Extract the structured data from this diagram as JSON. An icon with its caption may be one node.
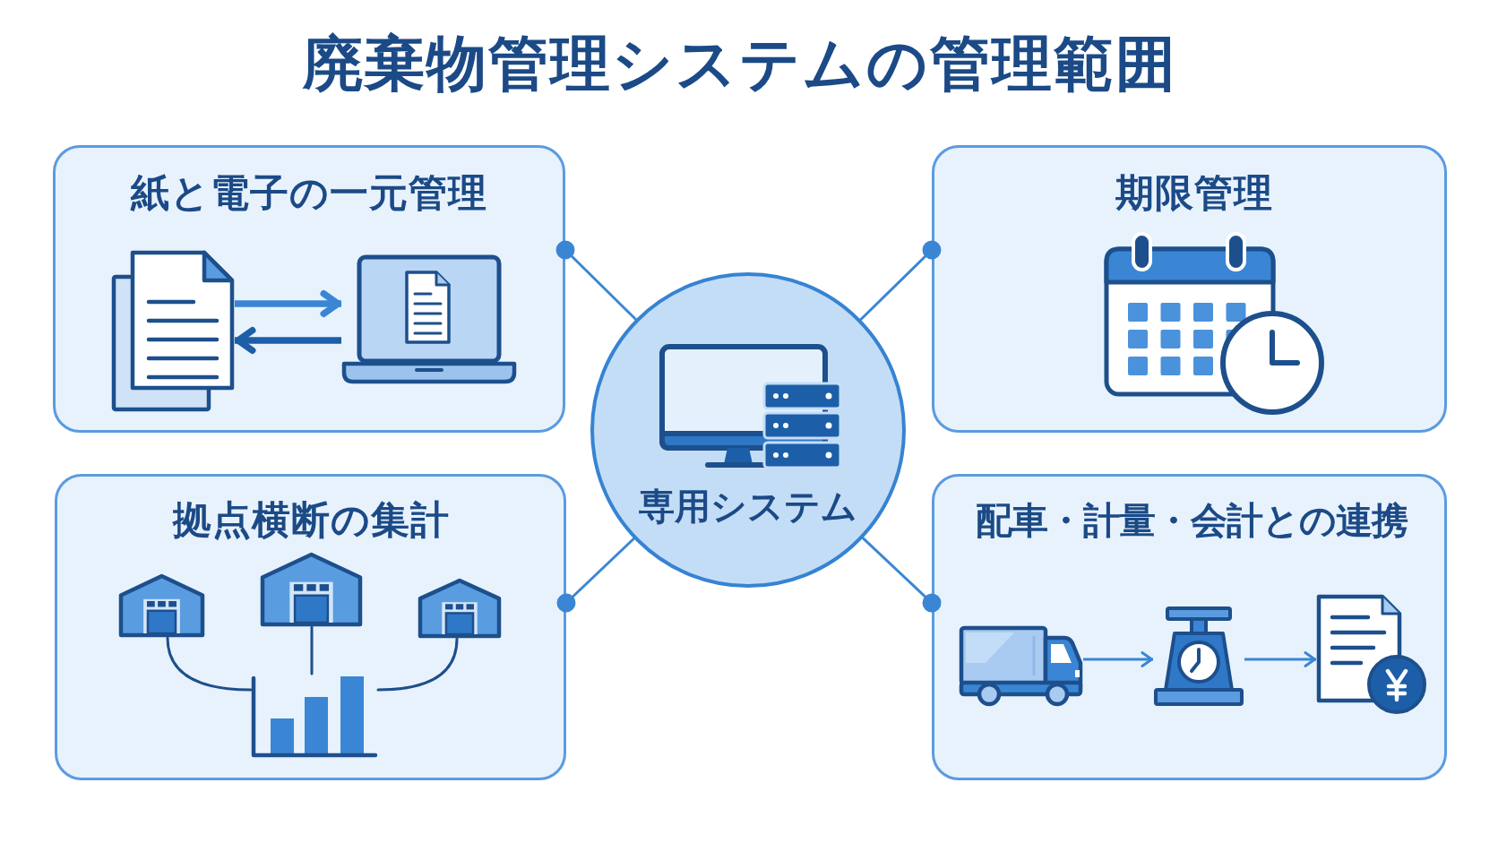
{
  "diagram": {
    "title": "廃棄物管理システムの管理範囲",
    "nodes": [
      {
        "text": [
          "紙と電子の一元管理"
        ]
      },
      {
        "text": [],
        "shape": "picture",
        "in": 0
      },
      {
        "text": [],
        "shape": "picture",
        "in": 0
      },
      {
        "text": [
          "期限管理"
        ]
      },
      {
        "text": [
          "専用システム"
        ]
      },
      {
        "text": [
          "拠点横断の集計"
        ]
      },
      {
        "text": [],
        "shape": "picture",
        "in": 5
      },
      {
        "text": [],
        "shape": "picture",
        "in": 5
      },
      {
        "text": [],
        "shape": "picture",
        "in": 5
      },
      {
        "text": [],
        "shape": "picture",
        "in": 5
      },
      {
        "text": [
          "配車・計量・会計との連携"
        ]
      },
      {
        "text": [],
        "shape": "picture",
        "in": 10
      },
      {
        "text": [],
        "shape": "picture",
        "in": 10
      },
      {
        "text": [],
        "shape": "picture",
        "in": 10
      }
    ],
    "edges": [
      {
        "from": 4,
        "to": 0,
        "arrow": "other"
      },
      {
        "from": 4,
        "to": 3,
        "arrow": "other"
      },
      {
        "from": 4,
        "to": 5,
        "arrow": "other"
      },
      {
        "from": 4,
        "to": 10,
        "arrow": "other"
      },
      {
        "from": 1,
        "to": 2,
        "arrow": "to",
        "style": "thick"
      },
      {
        "from": 2,
        "to": 1,
        "arrow": "to",
        "style": "thick",
        "color": "#1d5ea8"
      },
      {
        "from": 6,
        "to": 9,
        "arrow": "none",
        "color": "#1d4f8c"
      },
      {
        "from": 7,
        "to": 9,
        "arrow": "none",
        "color": "#1d4f8c"
      },
      {
        "from": 8,
        "to": 9,
        "arrow": "none",
        "color": "#1d4f8c"
      },
      {
        "from": 11,
        "to": 12,
        "arrow": "to"
      },
      {
        "from": 12,
        "to": 13,
        "arrow": "to"
      }
    ]
  }
}
